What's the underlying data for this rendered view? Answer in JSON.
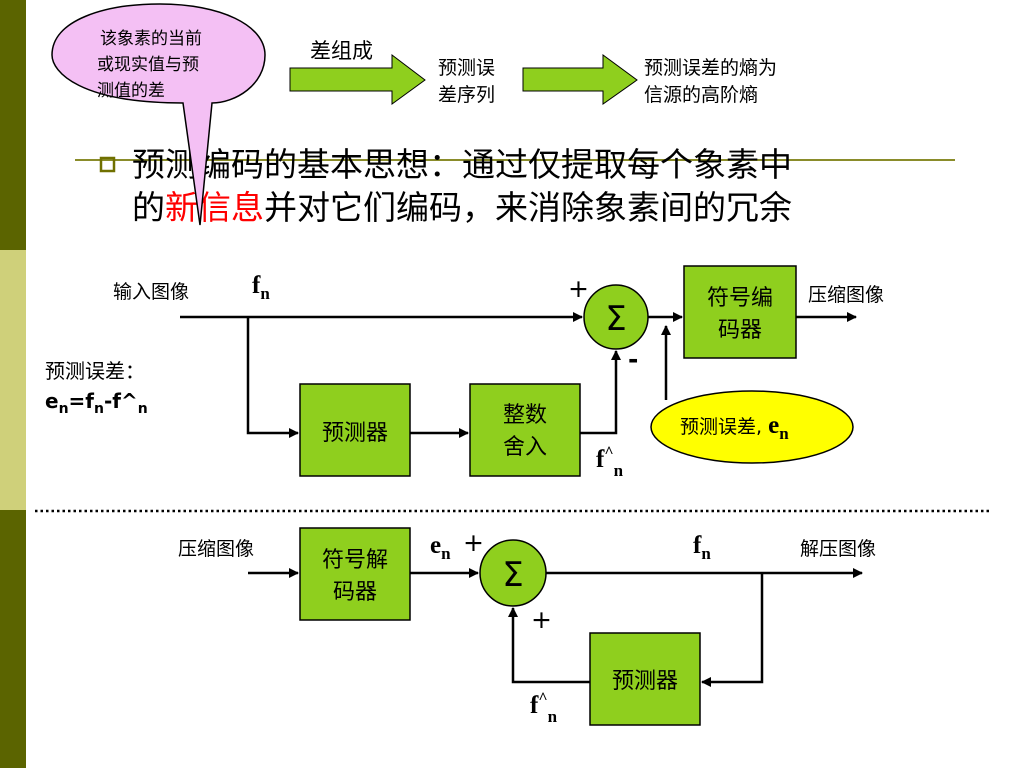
{
  "theme": {
    "sidebar_dark": "#5b6400",
    "sidebar_light": "#cfd07a",
    "block_fill": "#8fcf1e",
    "callout_fill": "#f4c0f4",
    "error_fill": "#ffff00",
    "arrow_fill": "#8fcf1e",
    "highlight_text": "#ff0000"
  },
  "callout": {
    "line1": "该象素的当前",
    "line2": "或现实值与预",
    "line3": "测值的差"
  },
  "top_flow": {
    "label_difference": "差组成",
    "step1_line1": "预测误",
    "step1_line2": "差序列",
    "step2_line1": "预测误差的熵为",
    "step2_line2": "信源的高阶熵"
  },
  "bullet": {
    "line1": "预测编码的基本思想：通过仅提取每个象素中",
    "line2_prefix": "的",
    "line2_highlight": "新信息",
    "line2_suffix": "并对它们编码，来消除象素间的冗余"
  },
  "encoder": {
    "input_label": "输入图像",
    "fn_base": "f",
    "fn_sub": "n",
    "plus": "+",
    "minus": "-",
    "sigma": "Σ",
    "encoder_line1": "符号编",
    "encoder_line2": "码器",
    "output_label": "压缩图像",
    "error_eq_title": "预测误差：",
    "error_eq_e": "e",
    "error_eq_sub1": "n",
    "error_eq_eq": "=f",
    "error_eq_sub2": "n",
    "error_eq_minus": "-f^",
    "error_eq_sub3": "n",
    "predictor_label": "预测器",
    "round_line1": "整数",
    "round_line2": "舍入",
    "fhat_base": "f",
    "fhat_hat": "^",
    "fhat_sub": "n",
    "error_oval_text": "预测误差, ",
    "error_oval_e": "e",
    "error_oval_sub": "n"
  },
  "decoder": {
    "input_label": "压缩图像",
    "decoder_line1": "符号解",
    "decoder_line2": "码器",
    "en_base": "e",
    "en_sub": "n",
    "plus_top": "+",
    "sigma": "Σ",
    "plus_bottom": "+",
    "fn_base": "f",
    "fn_sub": "n",
    "output_label": "解压图像",
    "predictor_label": "预测器",
    "fhat_base": "f",
    "fhat_hat": "^",
    "fhat_sub": "n"
  }
}
